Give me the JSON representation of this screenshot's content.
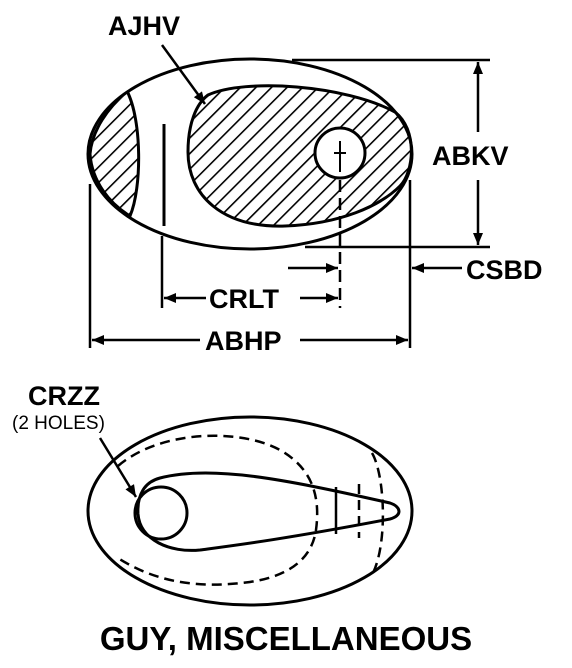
{
  "labels": {
    "ajhv": "AJHV",
    "abkv": "ABKV",
    "csbd": "CSBD",
    "crlt": "CRLT",
    "abhp": "ABHP",
    "crzz": "CRZZ",
    "crzz_note": "(2 HOLES)"
  },
  "title": "GUY, MISCELLANEOUS",
  "colors": {
    "ink": "#000000",
    "paper": "#ffffff"
  }
}
